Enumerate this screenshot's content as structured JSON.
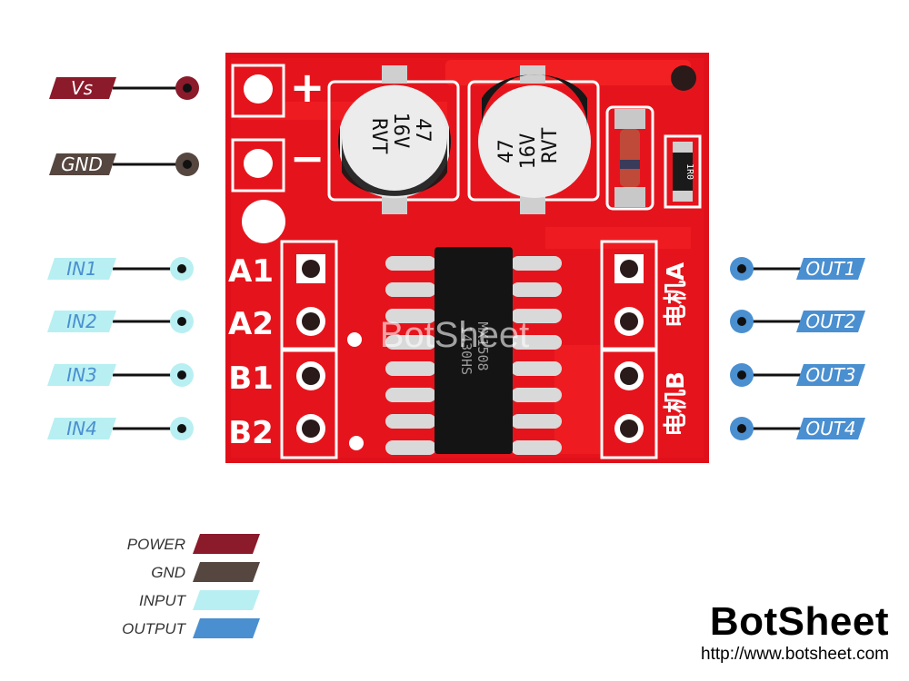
{
  "power_labels": {
    "vs": "Vs",
    "gnd": "GND",
    "plus": "+",
    "minus": "−"
  },
  "inputs": [
    "IN1",
    "IN2",
    "IN3",
    "IN4"
  ],
  "outputs": [
    "OUT1",
    "OUT2",
    "OUT3",
    "OUT4"
  ],
  "board_pin_labels": [
    "A1",
    "A2",
    "B1",
    "B2"
  ],
  "motor_labels": [
    "电机A",
    "电机B"
  ],
  "capacitors": [
    {
      "line1": "47",
      "line2": "16V",
      "line3": "RVT"
    },
    {
      "line1": "47",
      "line2": "16V",
      "line3": "RVT"
    }
  ],
  "resistor_code": "1R0",
  "chip": {
    "line1": "MX1508",
    "line2": "1430HS"
  },
  "watermark": "BotSheet",
  "legend": [
    {
      "label": "POWER",
      "color": "#8b1a2b"
    },
    {
      "label": "GND",
      "color": "#55463f"
    },
    {
      "label": "INPUT",
      "color": "#b8eff2"
    },
    {
      "label": "OUTPUT",
      "color": "#4a8fd0"
    }
  ],
  "brand": {
    "name": "BotSheet",
    "url": "http://www.botsheet.com"
  },
  "colors": {
    "power": "#8b1a2b",
    "gnd": "#55463f",
    "input": "#b8eff2",
    "output": "#4a8fd0",
    "pcb": "#e0101a"
  }
}
